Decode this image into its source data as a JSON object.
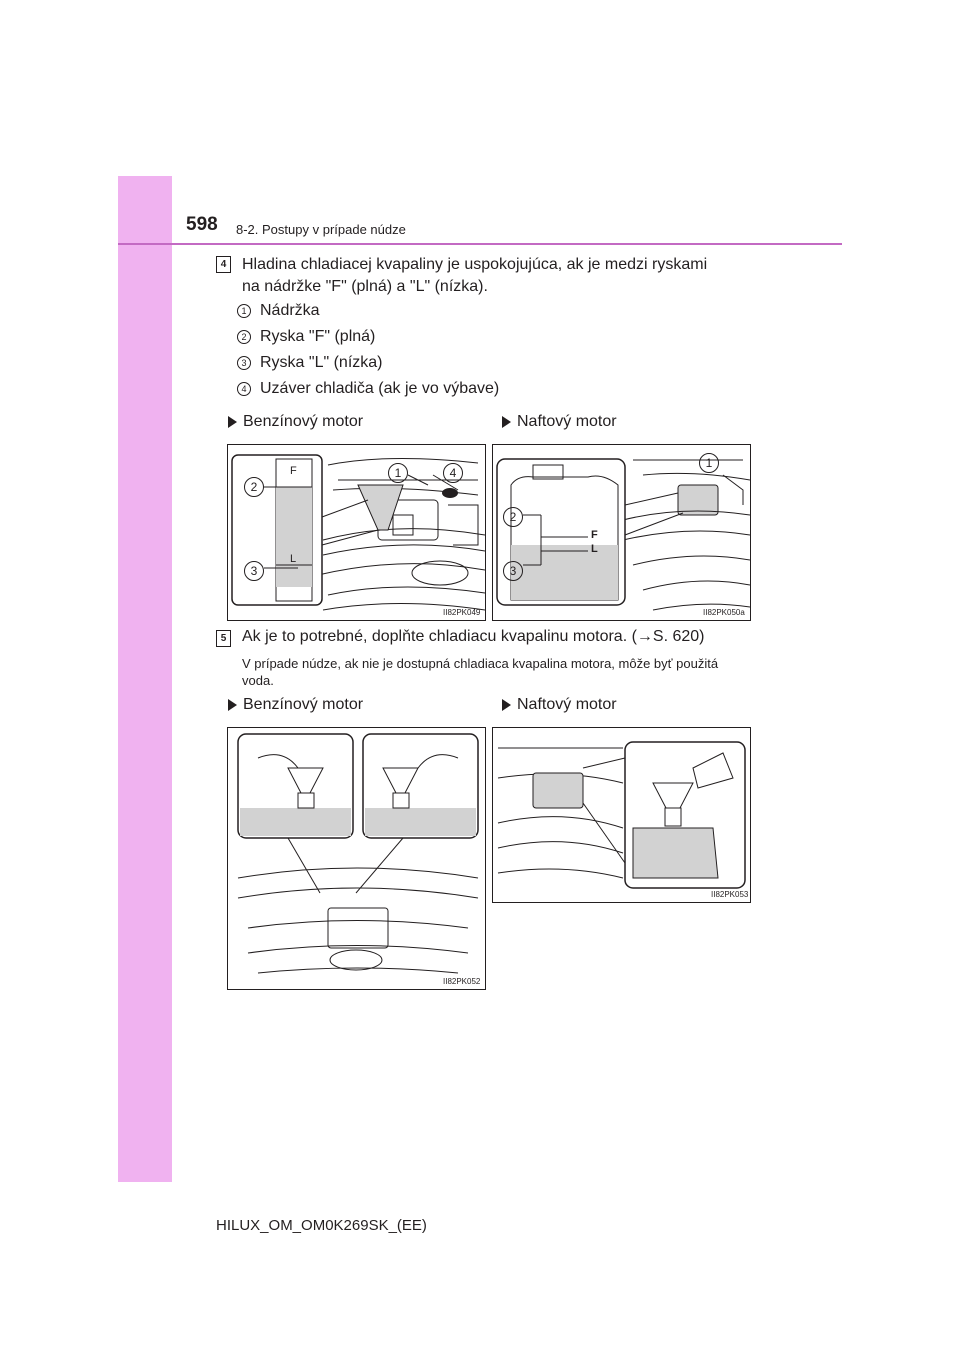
{
  "header": {
    "page_number": "598",
    "section": "8-2. Postupy v prípade núdze"
  },
  "step4": {
    "badge": "4",
    "text_line1": "Hladina chladiacej kvapaliny je uspokojujúca, ak je medzi ryskami",
    "text_line2": "na nádržke \"F\" (plná) a \"L\" (nízka).",
    "items": [
      {
        "num": "1",
        "label": "Nádržka"
      },
      {
        "num": "2",
        "label": "Ryska \"F\" (plná)"
      },
      {
        "num": "3",
        "label": "Ryska \"L\" (nízka)"
      },
      {
        "num": "4",
        "label": "Uzáver chladiča (ak je vo výbave)"
      }
    ],
    "petrol_label": "Benzínový motor",
    "diesel_label": "Naftový motor",
    "fig_petrol": {
      "code": "II82PK049",
      "marks": {
        "f": "F",
        "l": "L"
      },
      "callouts": [
        "1",
        "2",
        "3",
        "4"
      ]
    },
    "fig_diesel": {
      "code": "II82PK050a",
      "marks": {
        "f": "F",
        "l": "L"
      },
      "callouts": [
        "1",
        "2",
        "3"
      ]
    }
  },
  "step5": {
    "badge": "5",
    "text": "Ak je to potrebné, doplňte chladiacu kvapalinu motora. (→S. 620)",
    "note": "V prípade núdze, ak nie je dostupná chladiaca kvapalina motora, môže byť použitá voda.",
    "petrol_label": "Benzínový motor",
    "diesel_label": "Naftový motor",
    "fig_petrol": {
      "code": "II82PK052"
    },
    "fig_diesel": {
      "code": "II82PK053"
    }
  },
  "footer": {
    "text": "HILUX_OM_OM0K269SK_(EE)"
  },
  "colors": {
    "sidebar": "#f0b2f0",
    "rule": "#c36ac3",
    "coolant": "#d2d2d2"
  }
}
